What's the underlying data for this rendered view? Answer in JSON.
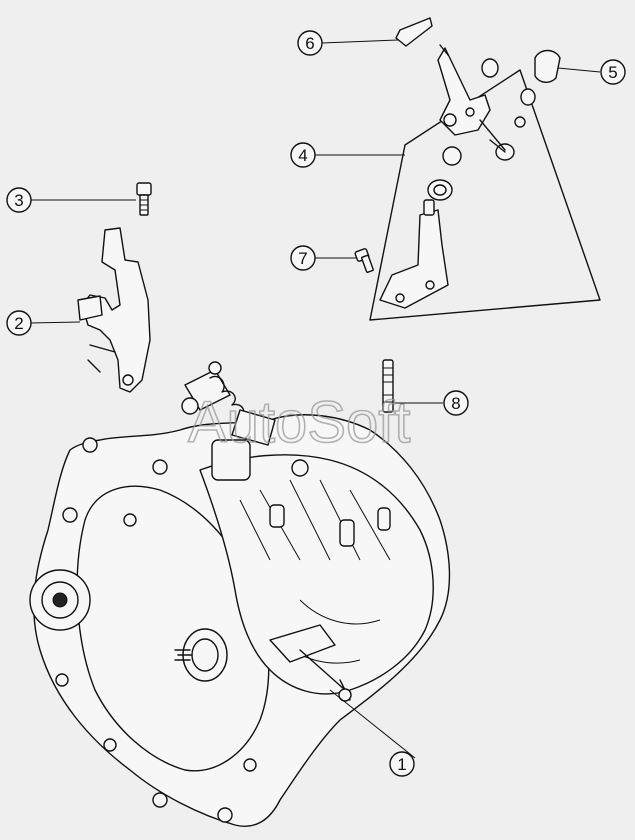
{
  "watermark": "AutoSoft",
  "callouts": [
    {
      "number": "1"
    },
    {
      "number": "2"
    },
    {
      "number": "3"
    },
    {
      "number": "4"
    },
    {
      "number": "5"
    },
    {
      "number": "6"
    },
    {
      "number": "7"
    },
    {
      "number": "8"
    }
  ],
  "colors": {
    "background": "#efefef",
    "line": "#111111",
    "watermark": "#9a9a9a"
  }
}
